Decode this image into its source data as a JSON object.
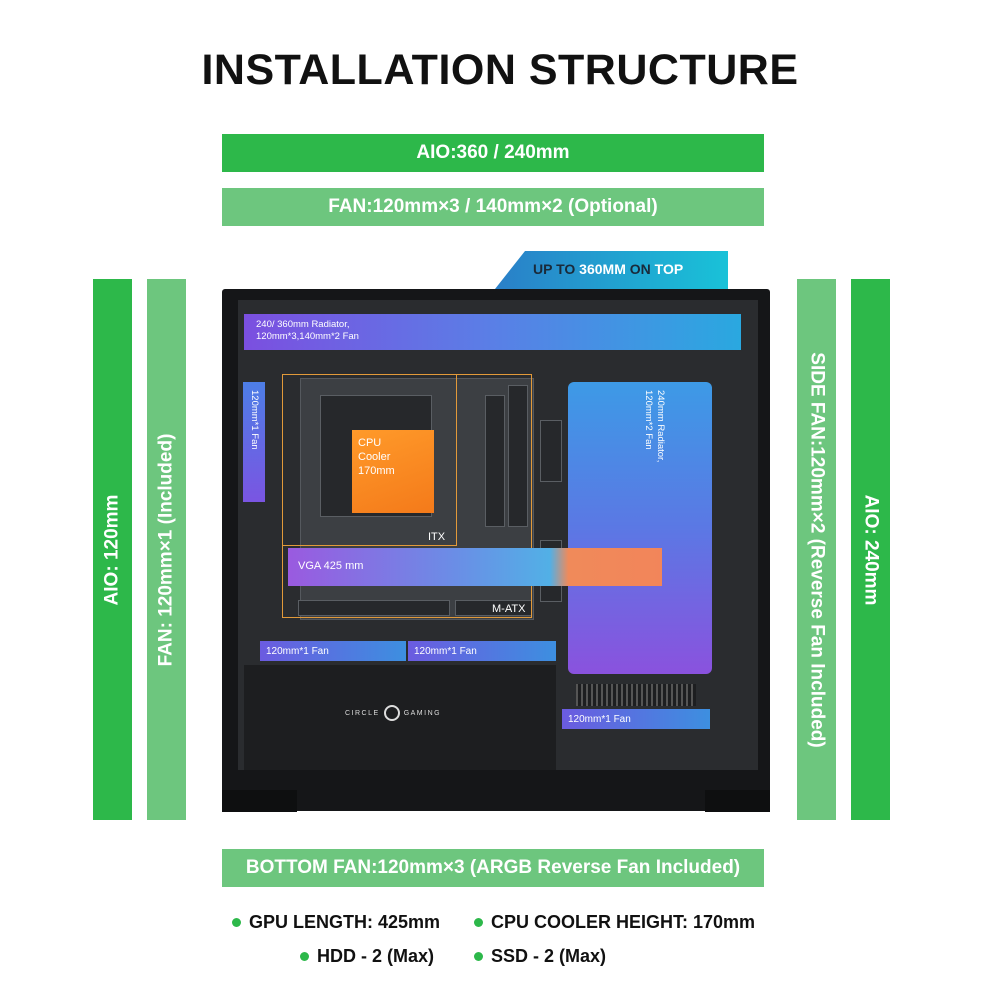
{
  "title": "INSTALLATION STRUCTURE",
  "top_bars": {
    "aio": "AIO:360 / 240mm",
    "fan": "FAN:120mm×3 / 140mm×2 (Optional)"
  },
  "top_badge": {
    "part1": "UP TO ",
    "part2": "360MM",
    "part3": " ON ",
    "part4": "TOP"
  },
  "side_bars": {
    "left_outer": "AIO: 120mm",
    "left_inner": "FAN: 120mm×1 (Included)",
    "right_inner": "SIDE FAN:120mm×2 (Reverse Fan Included)",
    "right_outer": "AIO: 240mm"
  },
  "case": {
    "top_radiator": "240/ 360mm Radiator,",
    "top_radiator_2": "120mm*3,140mm*2 Fan",
    "rear_fan": "120mm*1 Fan",
    "cpu_cooler": "CPU\nCooler\n170mm",
    "itx": "ITX",
    "matx": "M-ATX",
    "vga": "VGA 425 mm",
    "side_radiator": "240mm Radiator,",
    "side_radiator_2": "120mm*2 Fan",
    "bottom_fan_1": "120mm*1 Fan",
    "bottom_fan_2": "120mm*1 Fan",
    "psu_fan": "120mm*1 Fan",
    "brand_left": "CIRCLE",
    "brand_right": "GAMING"
  },
  "bottom_bar": "BOTTOM FAN:120mm×3 (ARGB Reverse Fan Included)",
  "specs": [
    "GPU LENGTH: 425mm",
    "CPU COOLER HEIGHT: 170mm",
    "HDD - 2 (Max)",
    "SSD - 2 (Max)"
  ],
  "colors": {
    "green_dark": "#2db84a",
    "green_light": "#6dc67e",
    "badge_cyan": "#1cb3d6"
  }
}
